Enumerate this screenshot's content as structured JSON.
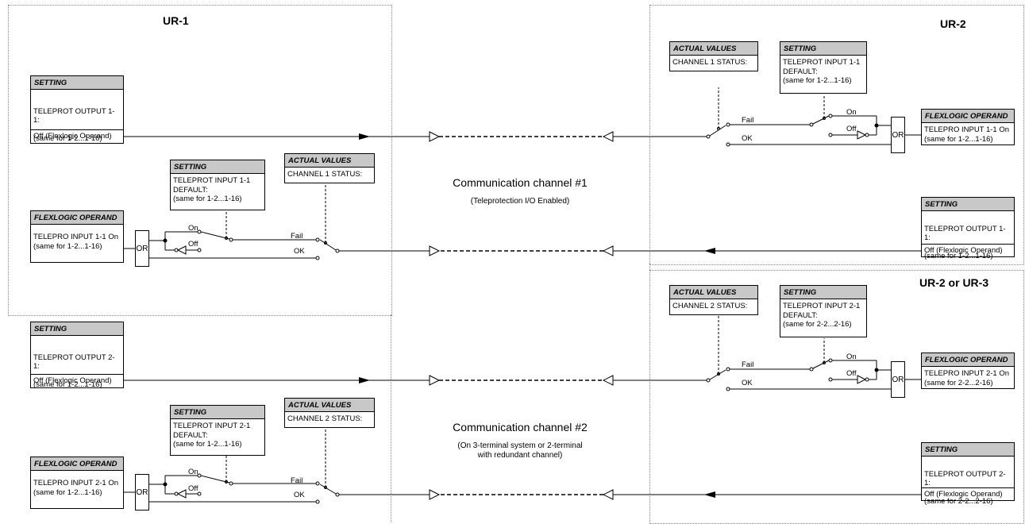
{
  "titles": {
    "ur1": "UR-1",
    "ur2": "UR-2",
    "ur23": "UR-2 or UR-3"
  },
  "common": {
    "setting": "SETTING",
    "actual_values": "ACTUAL VALUES",
    "flexlogic_operand": "FLEXLOGIC OPERAND",
    "or": "OR",
    "on": "On",
    "off": "Off",
    "fail": "Fail",
    "ok": "OK"
  },
  "channel1": {
    "title": "Communication channel #1",
    "subtitle": "(Teleprotection I/O Enabled)",
    "status": "CHANNEL 1 STATUS:",
    "ur1_output_setting": {
      "line1": "TELEPROT OUTPUT 1-1:",
      "line2": "(same for 1-2...1-16)",
      "value": "Off (Flexlogic Operand)"
    },
    "ur1_input_setting": "TELEPROT INPUT 1-1\nDEFAULT:\n(same for 1-2...1-16)",
    "ur1_operand": "TELEPRO INPUT 1-1 On\n(same for 1-2...1-16)",
    "ur2_input_setting": "TELEPROT INPUT 1-1\nDEFAULT:\n(same for 1-2...1-16)",
    "ur2_operand": "TELEPRO INPUT 1-1 On\n(same for 1-2...1-16)",
    "ur2_output_setting": {
      "line1": "TELEPROT OUTPUT 1-1:",
      "line2": "(same for 1-2...1-16)",
      "value": "Off (Flexlogic Operand)"
    }
  },
  "channel2": {
    "title": "Communication channel #2",
    "subtitle": "(On 3-terminal system or 2-terminal\nwith redundant channel)",
    "status": "CHANNEL 2 STATUS:",
    "ur1_output_setting": {
      "line1": "TELEPROT OUTPUT 2-1:",
      "line2": "(same for 1-2...1-16)",
      "value": "Off (Flexlogic Operand)"
    },
    "ur1_input_setting": "TELEPROT INPUT 2-1\nDEFAULT:\n(same for 1-2...1-16)",
    "ur1_operand": "TELEPRO INPUT 2-1 On\n(same for 1-2...1-16)",
    "ur3_input_setting": "TELEPROT INPUT 2-1\nDEFAULT:\n(same for 2-2...2-16)",
    "ur3_operand": "TELEPRO INPUT 2-1 On\n(same for 2-2...2-16)",
    "ur3_output_setting": {
      "line1": "TELEPROT OUTPUT 2-1:",
      "line2": "(same for 2-2...2-16)",
      "value": "Off (Flexlogic Operand)"
    }
  }
}
